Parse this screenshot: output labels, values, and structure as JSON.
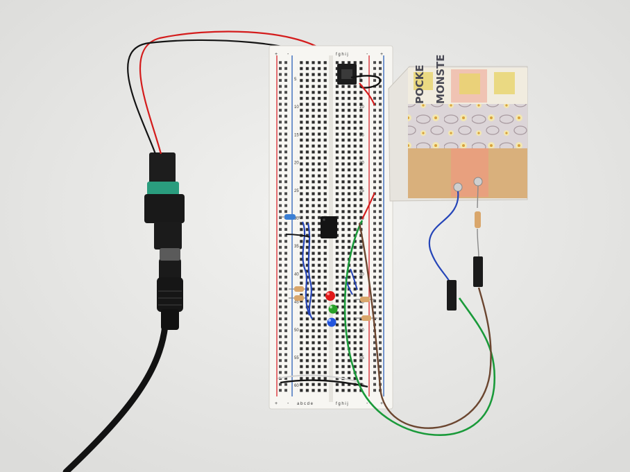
{
  "photo": {
    "subject": "breadboard-circuit",
    "colors": {
      "background": "#e9e9e7",
      "breadboard": "#f7f6f2",
      "rail_red": "#d8262b",
      "rail_blue": "#2b5fb8",
      "wire_red": "#d41c1c",
      "wire_black": "#141414",
      "wire_blue": "#2545b8",
      "wire_green": "#1a9a3a",
      "wire_brown": "#6b4630",
      "copper": "#e8a07e",
      "wood": "#d9b07c",
      "led_red": "#e01818",
      "led_green": "#28a028",
      "led_blue": "#2255dd",
      "dc_jack_ring": "#2a9d7e"
    }
  },
  "breadboard": {
    "column_letters_top": "f g h i j",
    "column_letters_bottom_left": "a b c d e",
    "column_letters_bottom_right": "f g h i j",
    "rail_plus": "+",
    "rail_minus": "-",
    "row_numbers_left": [
      "5",
      "10",
      "15",
      "20",
      "25",
      "30",
      "35",
      "40",
      "45",
      "50",
      "55",
      "60"
    ],
    "row_numbers_right": [
      "5",
      "10",
      "15",
      "20",
      "25",
      "30",
      "35",
      "40",
      "45",
      "50",
      "55",
      "60"
    ]
  },
  "sensor_card": {
    "printed_text_line1": "POCKE",
    "printed_text_line2": "MONSTE"
  }
}
